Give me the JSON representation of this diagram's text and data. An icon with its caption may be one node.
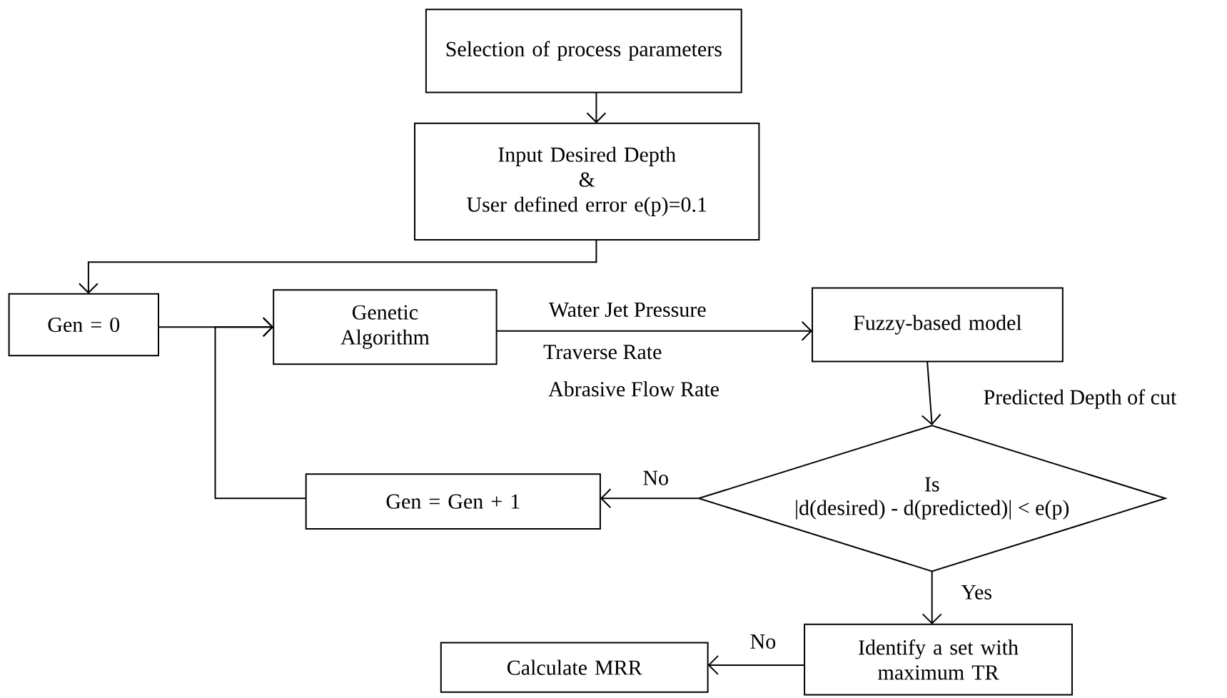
{
  "diagram": {
    "nodes": [
      {
        "text": [
          "Selection of process parameters"
        ]
      },
      {
        "text": [
          "Input Desired Depth",
          "&",
          "User defined error e(p)=0.1"
        ]
      },
      {
        "text": [
          "Gen = 0"
        ]
      },
      {
        "text": [
          "Genetic Algorithm"
        ]
      },
      {
        "text": [
          "Fuzzy-based model"
        ]
      },
      {
        "text": [
          "Is",
          "|d(desired) - d(predicted)| < e(p)"
        ]
      },
      {
        "text": [
          "Gen = Gen + 1"
        ]
      },
      {
        "text": [
          "Identify a set with maximum TR"
        ]
      },
      {
        "text": [
          "Calculate MRR"
        ]
      }
    ],
    "edges": [
      {
        "from": 0,
        "to": 1,
        "arrow": "to"
      },
      {
        "from": 1,
        "to": 2,
        "arrow": "to"
      },
      {
        "from": 2,
        "to": 3,
        "arrow": "to"
      },
      {
        "from": 3,
        "to": 4,
        "arrow": "to",
        "label": "Water Jet Pressure"
      },
      {
        "from": 4,
        "to": 5,
        "arrow": "to",
        "label": "Predicted Depth of cut"
      },
      {
        "from": 5,
        "to": 6,
        "arrow": "to",
        "label": "No"
      },
      {
        "from": 6,
        "to": 3,
        "arrow": "to"
      },
      {
        "from": 5,
        "to": 7,
        "arrow": "to",
        "label": "Yes"
      },
      {
        "from": 7,
        "to": 8,
        "arrow": "to",
        "label": "No"
      }
    ],
    "labels": [
      "Traverse Rate",
      "Abrasive Flow Rate"
    ]
  }
}
